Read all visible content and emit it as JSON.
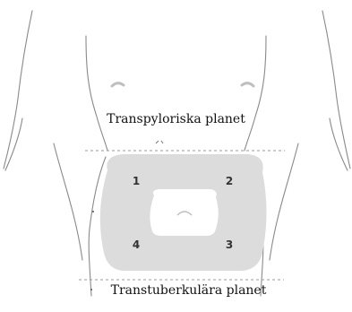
{
  "labels": {
    "transpyloric_plane": "Transpyloriska planet",
    "transtubercular_plane": "Transtuberkulära planet"
  },
  "quadrants": {
    "q1": "1",
    "q2": "2",
    "q3": "3",
    "q4": "4"
  },
  "colors": {
    "outline": "#888888",
    "zone_fill": "#dcdcdc",
    "stoma_fill": "#ffffff",
    "dashed_line": "#999999"
  }
}
